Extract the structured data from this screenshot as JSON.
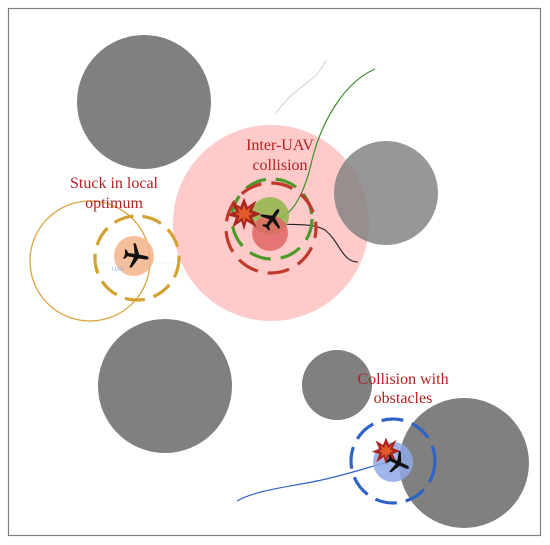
{
  "annotations": {
    "inter_uav_line1": "Inter-UAV",
    "inter_uav_line2": "collision",
    "stuck_line1": "Stuck in local",
    "stuck_line2": "optimum",
    "obstacle_line1": "Collision with",
    "obstacle_line2": "obstacles",
    "faint_tag": "UAV"
  },
  "colors": {
    "border": "#7f7f7f",
    "obstacle": "#808080",
    "label_red": "#b22222",
    "danger_zone": "#ff9e9e",
    "local_optimum_ring": "#d4a030",
    "local_optimum_fill": "#f5b48a",
    "local_optimum_path": "#d9a441",
    "inter_uav_ring_red": "#c0392b",
    "inter_uav_ring_green": "#4c9a2a",
    "inter_uav_fill_green": "#8fb64a",
    "inter_uav_fill_red": "#e06666",
    "obstacle_ring_blue": "#2f63c8",
    "obstacle_fill_blue": "#8fa8e6",
    "green_path": "#3b8f2a",
    "black_path": "#222222",
    "blue_path": "#2f63c8",
    "explosion_outer": "#a8241c",
    "explosion_inner": "#e05a2a",
    "uav": "#111111"
  },
  "icons": {
    "uav": "airplane-icon",
    "collision": "explosion-icon"
  }
}
